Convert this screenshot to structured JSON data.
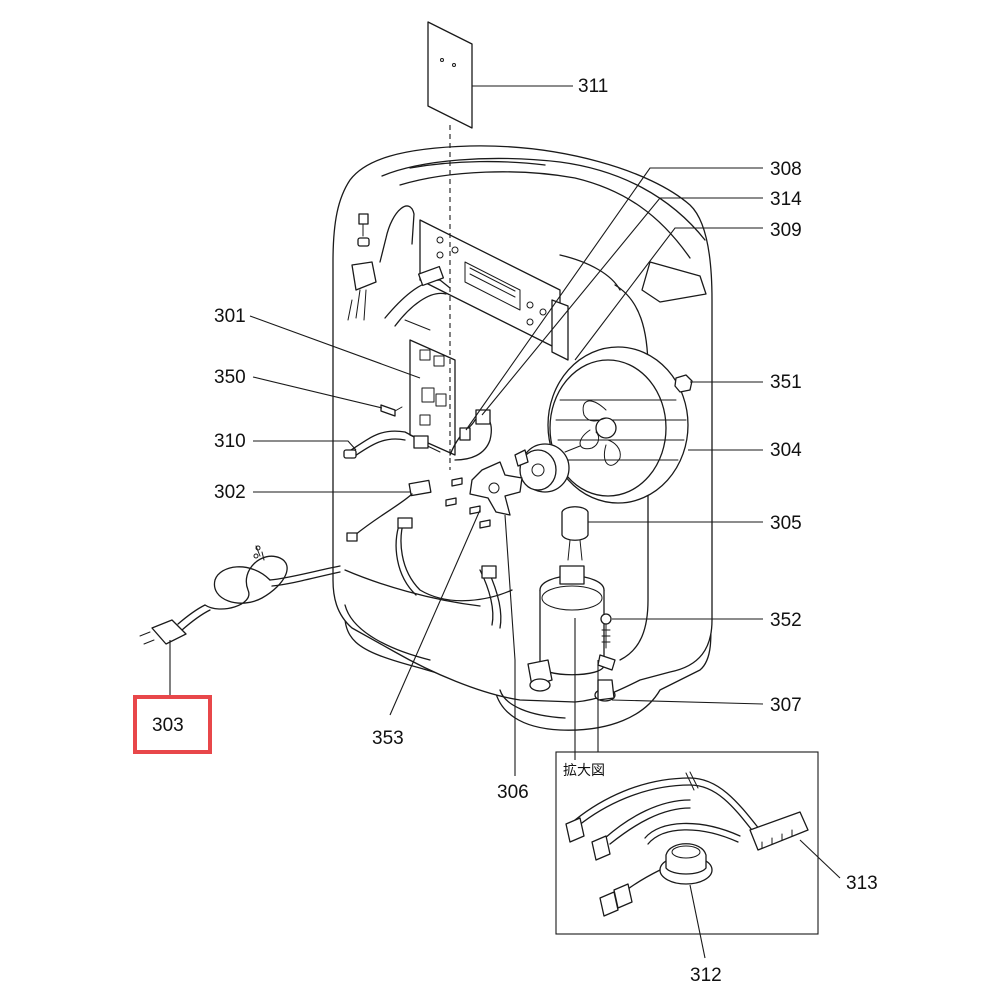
{
  "inset": {
    "title": "拡大図"
  },
  "highlight": {
    "color": "#e8474a",
    "part": "303"
  },
  "labels": {
    "p301": "301",
    "p302": "302",
    "p303": "303",
    "p304": "304",
    "p305": "305",
    "p306": "306",
    "p307": "307",
    "p308": "308",
    "p309": "309",
    "p310": "310",
    "p311": "311",
    "p312": "312",
    "p313": "313",
    "p314": "314",
    "p350": "350",
    "p351": "351",
    "p352": "352",
    "p353": "353"
  }
}
